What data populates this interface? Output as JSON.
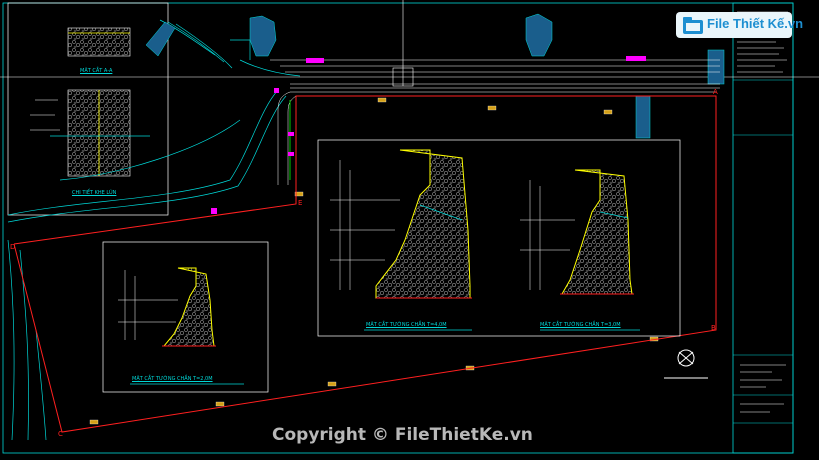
{
  "watermark": {
    "logo_text": "File Thiết Kế.vn",
    "copyright": "Copyright © FileThietKe.vn"
  },
  "captions": {
    "section_aa": "MẶT CẮT A-A",
    "detail_joint": "CHI TIẾT KHE LÚN",
    "section_wall_left": "MẶT CẮT TƯỜNG CHẮN T=2,0M",
    "section_wall_mid": "MẶT CẮT TƯỜNG CHẮN T=4,0M",
    "section_wall_right": "MẶT CẮT TƯỜNG CHẮN T=3,0M"
  },
  "point_labels": {
    "a": "A",
    "b": "B",
    "c": "C",
    "d": "D",
    "e": "E"
  },
  "colors": {
    "boundary": "#ff2020",
    "cyan": "#00d8d8",
    "white": "#ffffff",
    "magenta": "#ff00ff",
    "yellow": "#ffff00"
  }
}
